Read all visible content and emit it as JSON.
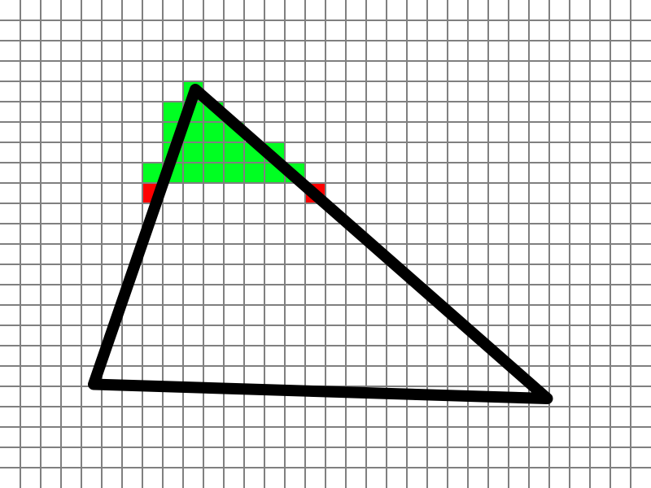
{
  "grid": {
    "columns": 32,
    "rows": 24,
    "line_color": "#808080",
    "background_color": "#ffffff"
  },
  "colors": {
    "filled": "#00ff22",
    "marker": "#ff0000",
    "outline": "#000000"
  },
  "triangle": {
    "vertices": [
      {
        "col": 9.6,
        "row": 4.4
      },
      {
        "col": 26.9,
        "row": 19.6
      },
      {
        "col": 4.6,
        "row": 18.9
      }
    ]
  },
  "filled_cells": [
    {
      "col": 9,
      "row": 4
    },
    {
      "col": 8,
      "row": 5
    },
    {
      "col": 9,
      "row": 5
    },
    {
      "col": 10,
      "row": 5
    },
    {
      "col": 8,
      "row": 6
    },
    {
      "col": 9,
      "row": 6
    },
    {
      "col": 10,
      "row": 6
    },
    {
      "col": 11,
      "row": 6
    },
    {
      "col": 8,
      "row": 7
    },
    {
      "col": 9,
      "row": 7
    },
    {
      "col": 10,
      "row": 7
    },
    {
      "col": 11,
      "row": 7
    },
    {
      "col": 12,
      "row": 7
    },
    {
      "col": 13,
      "row": 7
    },
    {
      "col": 7,
      "row": 8
    },
    {
      "col": 8,
      "row": 8
    },
    {
      "col": 9,
      "row": 8
    },
    {
      "col": 10,
      "row": 8
    },
    {
      "col": 11,
      "row": 8
    },
    {
      "col": 12,
      "row": 8
    },
    {
      "col": 13,
      "row": 8
    },
    {
      "col": 14,
      "row": 8
    }
  ],
  "marker_cells": [
    {
      "col": 7,
      "row": 9
    },
    {
      "col": 15,
      "row": 9
    }
  ]
}
